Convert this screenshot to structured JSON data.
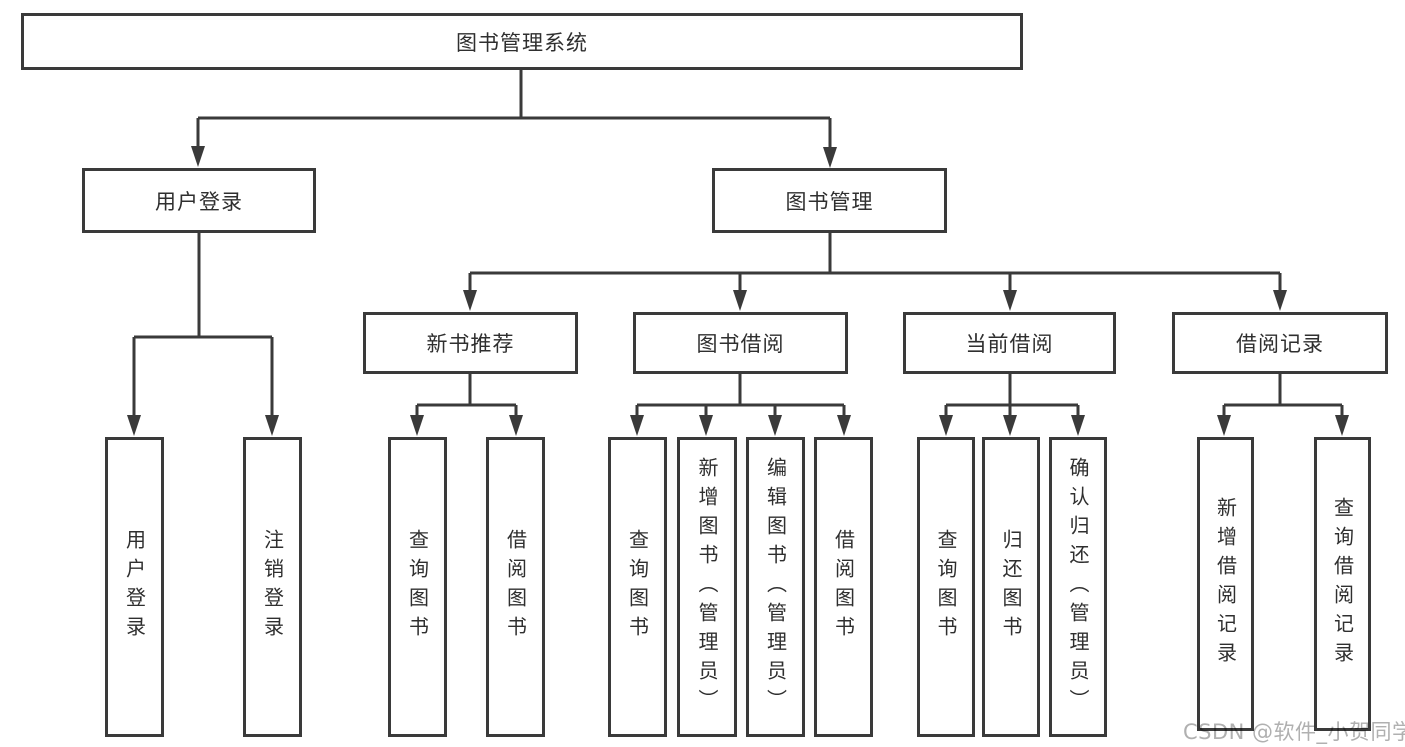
{
  "tree": {
    "root": {
      "label": "图书管理系统"
    },
    "branches": [
      {
        "label": "用户登录",
        "children": [
          {
            "label": "用户登录"
          },
          {
            "label": "注销登录"
          }
        ]
      },
      {
        "label": "图书管理",
        "children": [
          {
            "label": "新书推荐",
            "children": [
              {
                "label": "查询图书"
              },
              {
                "label": "借阅图书"
              }
            ]
          },
          {
            "label": "图书借阅",
            "children": [
              {
                "label": "查询图书"
              },
              {
                "label": "新增图书（管理员）"
              },
              {
                "label": "编辑图书（管理员）"
              },
              {
                "label": "借阅图书"
              }
            ]
          },
          {
            "label": "当前借阅",
            "children": [
              {
                "label": "查询图书"
              },
              {
                "label": "归还图书"
              },
              {
                "label": "确认归还（管理员）"
              }
            ]
          },
          {
            "label": "借阅记录",
            "children": [
              {
                "label": "新增借阅记录"
              },
              {
                "label": "查询借阅记录"
              }
            ]
          }
        ]
      }
    ]
  },
  "watermark": {
    "text": "CSDN @软件_小贺同学"
  },
  "colors": {
    "line": "#3a3a3a",
    "text": "#2f2f2f",
    "watermark": "#b0b0b0",
    "background": "#ffffff"
  }
}
